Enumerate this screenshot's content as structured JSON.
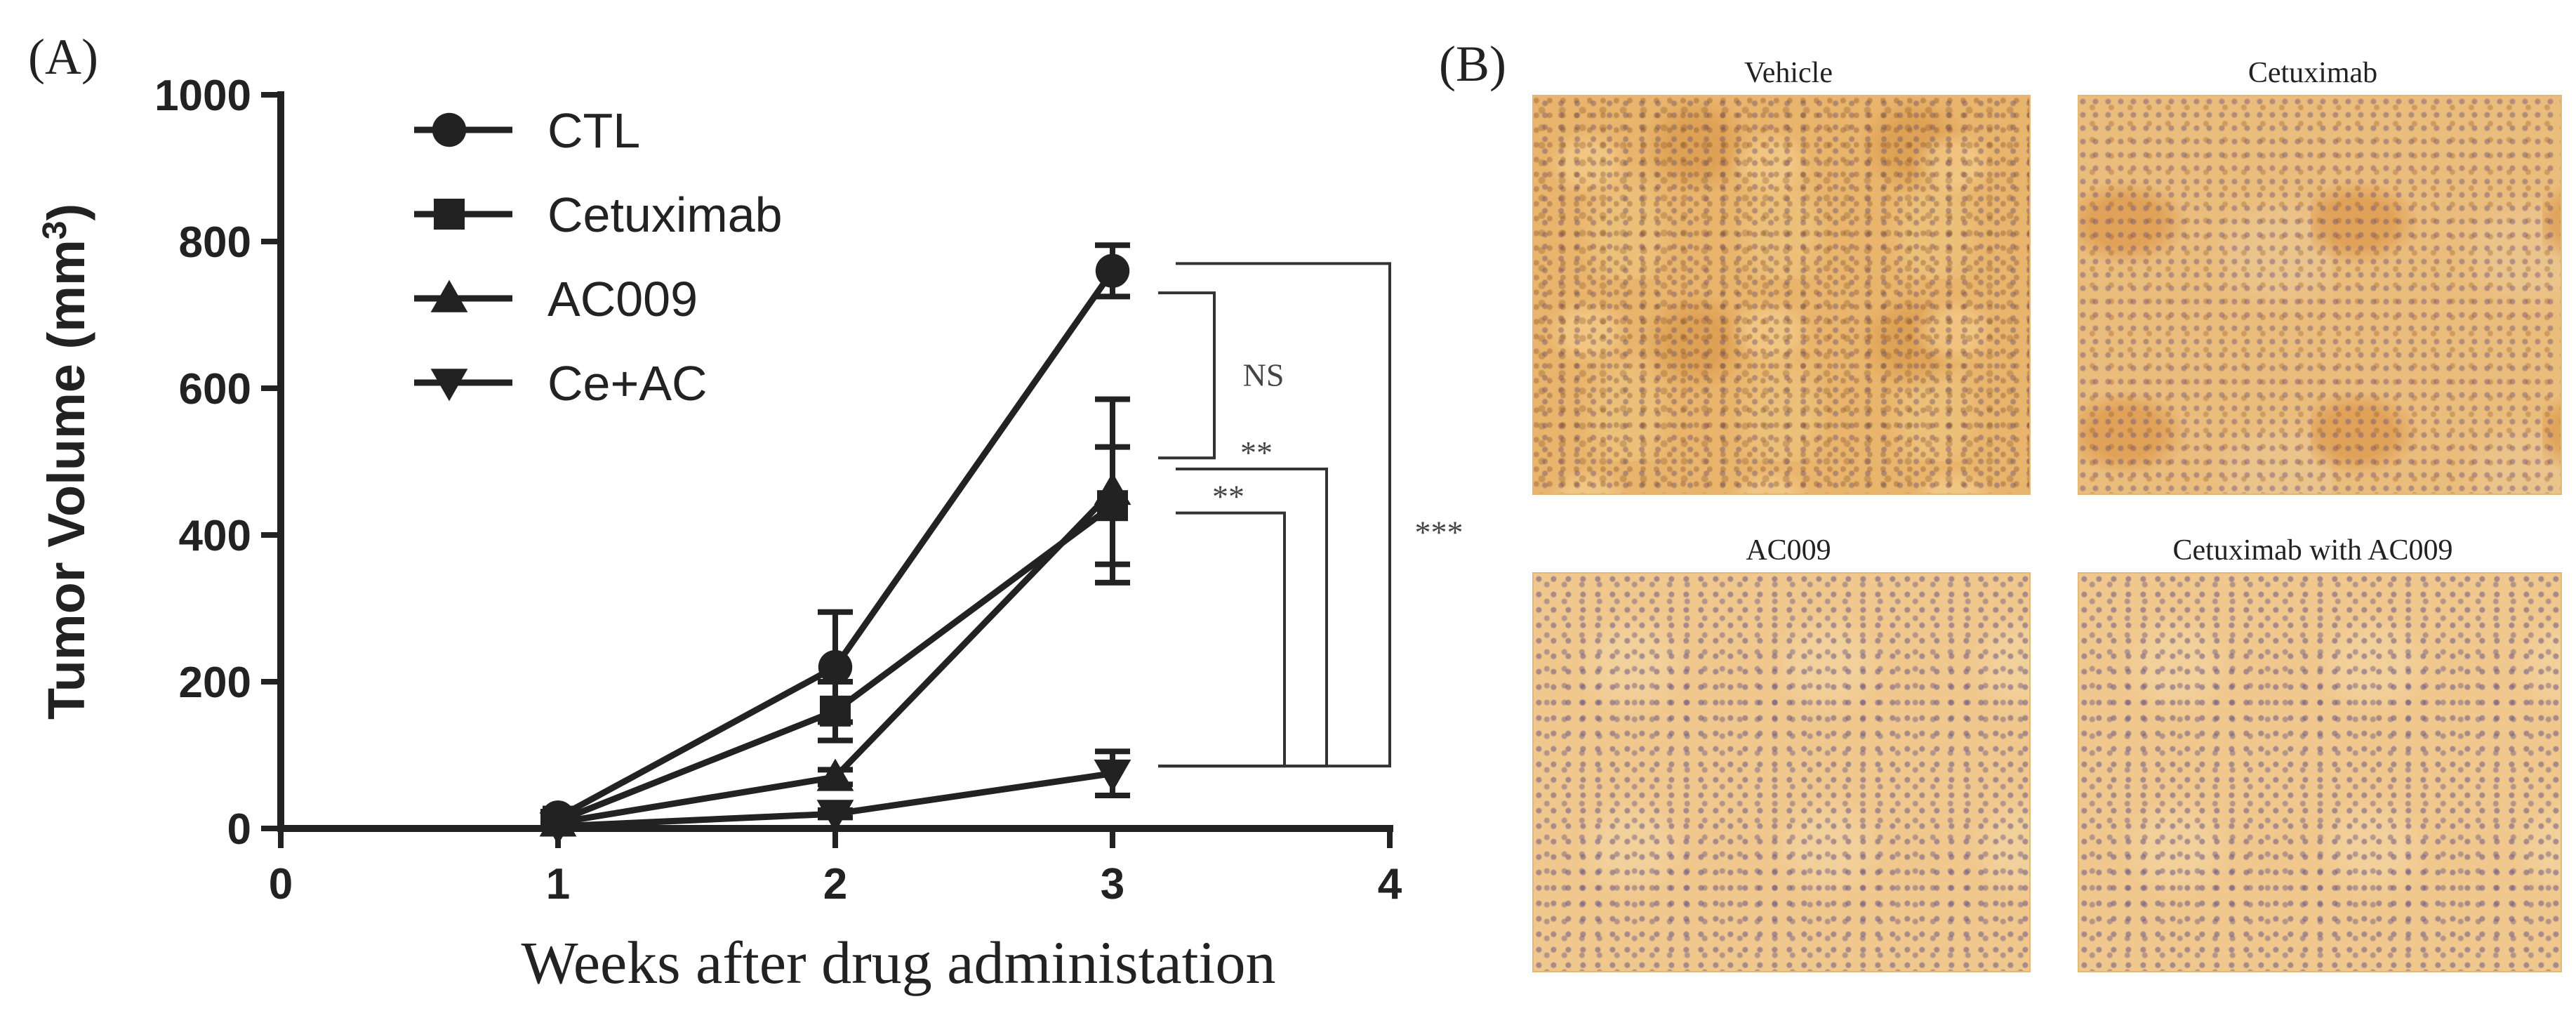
{
  "panel_a_label": "(A)",
  "panel_b_label": "(B)",
  "chart_data": {
    "type": "line",
    "xlabel": "Weeks after drug administation",
    "ylabel": "Tumor Volume (mm",
    "ylabel_sup": "3",
    "ylabel_close": ")",
    "xlim": [
      0,
      4
    ],
    "ylim": [
      0,
      1000
    ],
    "xticks": [
      0,
      1,
      2,
      3,
      4
    ],
    "yticks": [
      0,
      200,
      400,
      600,
      800,
      1000
    ],
    "legend_position": "top-left",
    "grid": false,
    "series": [
      {
        "name": "CTL",
        "marker": "circle",
        "x": [
          1,
          2,
          3
        ],
        "values": [
          15,
          220,
          760
        ],
        "errors": [
          8,
          75,
          35
        ]
      },
      {
        "name": "Cetuximab",
        "marker": "square",
        "x": [
          1,
          2,
          3
        ],
        "values": [
          10,
          160,
          440
        ],
        "errors": [
          6,
          40,
          80
        ]
      },
      {
        "name": "AC009",
        "marker": "triangle-up",
        "x": [
          1,
          2,
          3
        ],
        "values": [
          8,
          70,
          460
        ],
        "errors": [
          5,
          10,
          125
        ]
      },
      {
        "name": "Ce+AC",
        "marker": "triangle-down",
        "x": [
          1,
          2,
          3
        ],
        "values": [
          3,
          20,
          75
        ],
        "errors": [
          3,
          5,
          30
        ]
      }
    ],
    "annotations": [
      {
        "text": "NS",
        "from": "CTL",
        "to": "Cetuximab"
      },
      {
        "text": "**",
        "from": "Cetuximab",
        "to": "Ce+AC"
      },
      {
        "text": "**",
        "from": "AC009",
        "to": "Ce+AC"
      },
      {
        "text": "***",
        "from": "CTL",
        "to": "Ce+AC"
      }
    ]
  },
  "micrographs": [
    {
      "title": "Vehicle",
      "stain": "dense"
    },
    {
      "title": "Cetuximab",
      "stain": "mixed"
    },
    {
      "title": "AC009",
      "stain": "light"
    },
    {
      "title": "Cetuximab with AC009",
      "stain": "light"
    }
  ]
}
